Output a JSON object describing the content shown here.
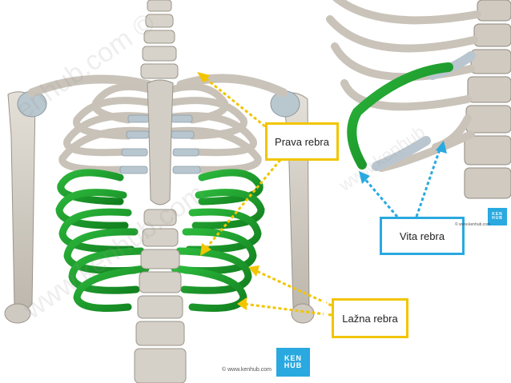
{
  "labels": {
    "true_ribs": "Prava rebra",
    "floating_ribs": "Vita rebra",
    "false_ribs": "Lažna rebra"
  },
  "branding": {
    "logo_line1": "KEN",
    "logo_line2": "HUB",
    "credit": "© www.kenhub.com",
    "watermark": "www.kenhub.com"
  },
  "colors": {
    "true_ribs_arrow": "#f2c500",
    "floating_ribs_arrow": "#29a9e0",
    "false_ribs_arrow": "#f2c500",
    "highlight_rib": "#1e9a2d",
    "bone": "#d6d1c8",
    "cartilage": "#b8c6d0"
  },
  "icons": [
    "kenhub-logo-icon"
  ]
}
